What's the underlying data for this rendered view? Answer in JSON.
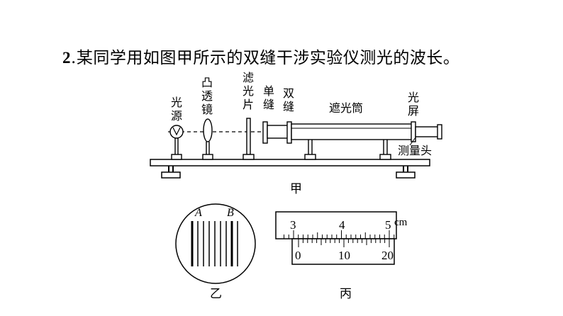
{
  "question": {
    "number": "2",
    "separator": ".",
    "text": "某同学用如图甲所示的双缝干涉实验仪测光的波长。"
  },
  "apparatus": {
    "light_source": [
      "光",
      "源"
    ],
    "convex_lens": [
      "凸",
      "透",
      "镜"
    ],
    "filter": [
      "滤",
      "光",
      "片"
    ],
    "single_slit": [
      "单",
      "缝"
    ],
    "double_slit": [
      "双",
      "缝"
    ],
    "light_tube": "遮光筒",
    "screen": [
      "光",
      "屏"
    ],
    "measuring_head": "测量头",
    "caption": "甲"
  },
  "fringe_view": {
    "label_a": "A",
    "label_b": "B",
    "caption": "乙"
  },
  "vernier": {
    "main_ticks": [
      "3",
      "4",
      "5"
    ],
    "unit": "cm",
    "vernier_ticks": [
      "0",
      "10",
      "20"
    ],
    "caption": "丙"
  }
}
